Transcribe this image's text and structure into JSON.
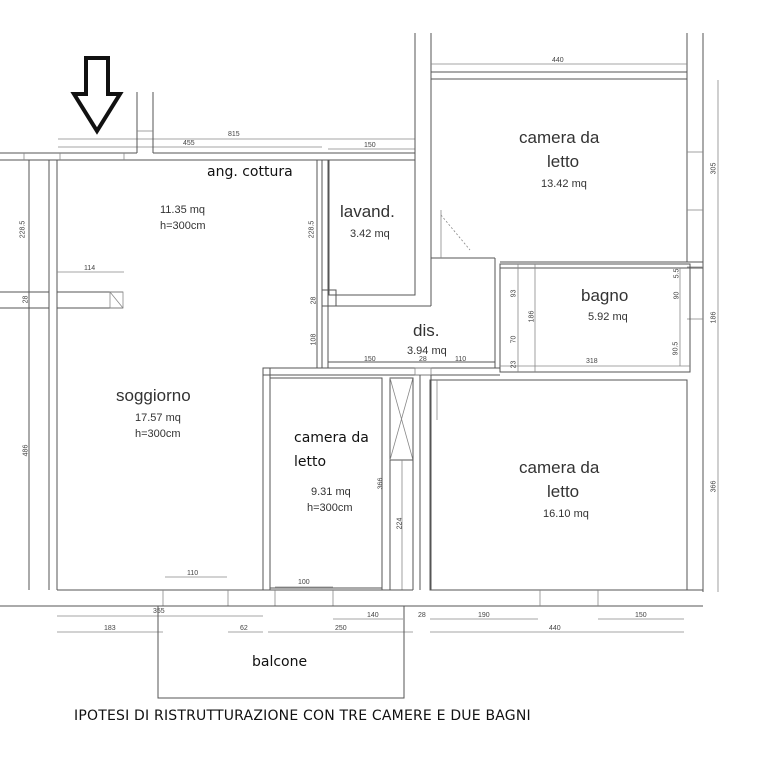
{
  "diagram": {
    "type": "floor-plan",
    "title": "IPOTESI DI RISTRUTTURAZIONE CON TRE CAMERE E DUE BAGNI",
    "entrance_marker": "arrow-down",
    "rooms": [
      {
        "id": "ang_cottura",
        "name": "ang. cottura",
        "area": "11.35 mq",
        "height": "h=300cm"
      },
      {
        "id": "soggiorno",
        "name": "soggiorno",
        "area": "17.57 mq",
        "height": "h=300cm"
      },
      {
        "id": "lavanderia",
        "name": "lavand.",
        "area": "3.42 mq"
      },
      {
        "id": "disimpegno",
        "name": "dis.",
        "area": "3.94 mq"
      },
      {
        "id": "camera1",
        "name_line1": "camera da",
        "name_line2": "letto",
        "area": "13.42 mq"
      },
      {
        "id": "bagno",
        "name": "bagno",
        "area": "5.92 mq"
      },
      {
        "id": "camera2",
        "name_line1": "camera da",
        "name_line2": "letto",
        "area": "9.31 mq",
        "height": "h=300cm"
      },
      {
        "id": "camera3",
        "name_line1": "camera da",
        "name_line2": "letto",
        "area": "16.10 mq"
      },
      {
        "id": "balcone",
        "name": "balcone"
      }
    ],
    "dimensions": {
      "top_815": "815",
      "top_455": "455",
      "top_150": "150",
      "top_440": "440",
      "right_305": "305",
      "right_186": "186",
      "right_366": "366",
      "left_228_5": "228.5",
      "left_28": "28",
      "left_486": "486",
      "inner_114": "114",
      "kitchen_228_5": "228.5",
      "kitchen_28": "28",
      "kitchen_108": "108",
      "dis_150": "150",
      "dis_28": "28",
      "dis_110": "110",
      "bath_93": "93",
      "bath_70": "70",
      "bath_23": "23",
      "bath_186": "186",
      "bath_318": "318",
      "bath_5_5": "5.5",
      "bath_90": "90",
      "bath_90_5": "90.5",
      "liv_110": "110",
      "cam2_100": "100",
      "cam2_366": "366",
      "cam2_224": "224",
      "bot_355": "355",
      "bot_183": "183",
      "bot_62": "62",
      "bot_250": "250",
      "bot_140": "140",
      "bot_28": "28",
      "bot_190": "190",
      "bot_150": "150",
      "bot_440": "440"
    }
  }
}
